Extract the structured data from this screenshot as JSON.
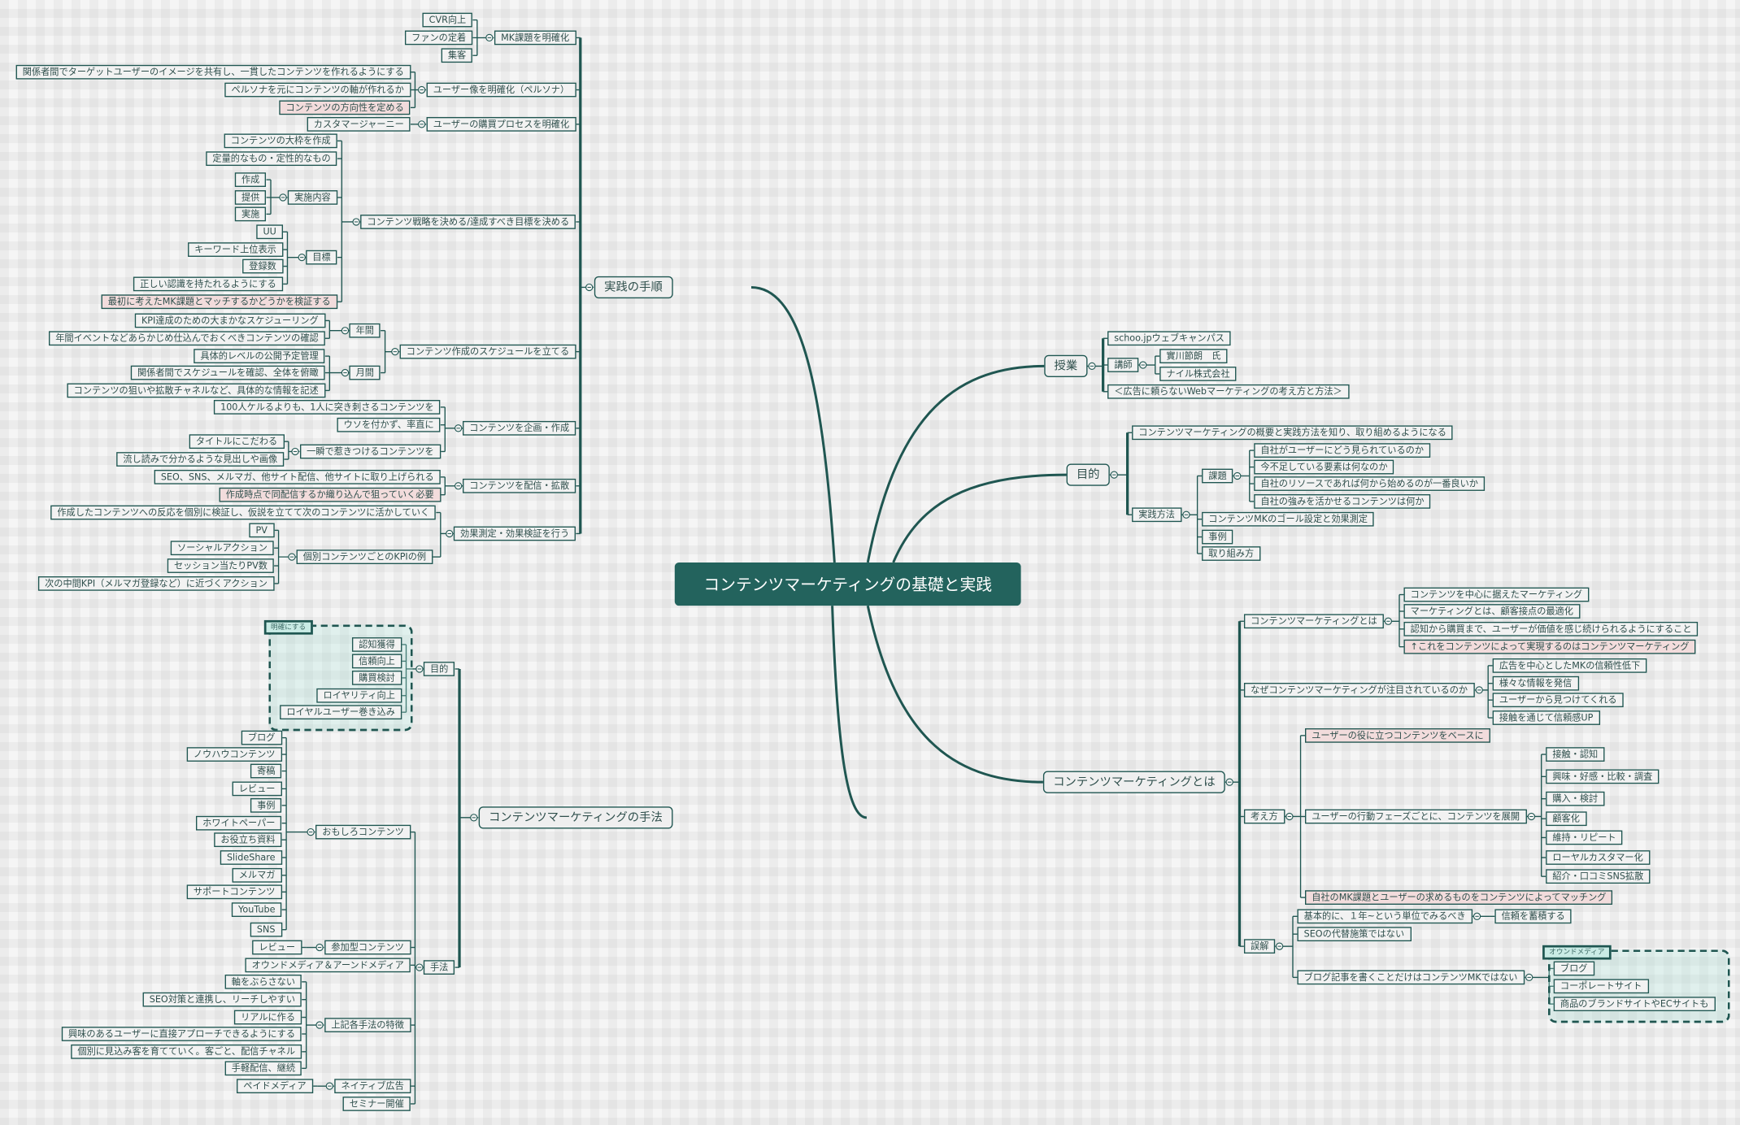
{
  "title": "コンテンツマーケティングの基礎と実践",
  "colors": {
    "accent": "#23635d",
    "line": "#1f5651",
    "highlight": "#f2dcdc",
    "boundary_fill": "#dff2ee"
  },
  "boundaries": [
    {
      "label": "明確にする"
    },
    {
      "label": "オウンドメディア"
    }
  ],
  "branches": [
    {
      "text": "実践の手順",
      "side": "left",
      "children": [
        {
          "text": "MK課題を明確化",
          "children": [
            {
              "text": "CVR向上"
            },
            {
              "text": "ファンの定着"
            },
            {
              "text": "集客"
            }
          ]
        },
        {
          "text": "ユーザー像を明確化（ペルソナ）",
          "children": [
            {
              "text": "関係者間でターゲットユーザーのイメージを共有し、一貫したコンテンツを作れるようにする"
            },
            {
              "text": "ペルソナを元にコンテンツの軸が作れるか"
            },
            {
              "text": "コンテンツの方向性を定める",
              "highlight": true
            }
          ]
        },
        {
          "text": "ユーザーの購買プロセスを明確化",
          "children": [
            {
              "text": "カスタマージャーニー"
            }
          ]
        },
        {
          "text": "コンテンツ戦略を決める/達成すべき目標を決める",
          "children": [
            {
              "text": "コンテンツの大枠を作成"
            },
            {
              "text": "定量的なもの・定性的なもの"
            },
            {
              "text": "実施内容",
              "children": [
                {
                  "text": "作成"
                },
                {
                  "text": "提供"
                },
                {
                  "text": "実施"
                }
              ]
            },
            {
              "text": "目標",
              "children": [
                {
                  "text": "UU"
                },
                {
                  "text": "キーワード上位表示"
                },
                {
                  "text": "登録数"
                },
                {
                  "text": "正しい認識を持たれるようにする"
                }
              ]
            },
            {
              "text": "最初に考えたMK課題とマッチするかどうかを検証する",
              "highlight": true
            }
          ]
        },
        {
          "text": "コンテンツ作成のスケジュールを立てる",
          "children": [
            {
              "text": "年間",
              "children": [
                {
                  "text": "KPI達成のための大まかなスケジューリング"
                },
                {
                  "text": "年間イベントなどあらかじめ仕込んでおくべきコンテンツの確認"
                }
              ]
            },
            {
              "text": "月間",
              "children": [
                {
                  "text": "具体的レベルの公開予定管理"
                },
                {
                  "text": "関係者間でスケジュールを確認、全体を俯瞰"
                },
                {
                  "text": "コンテンツの狙いや拡散チャネルなど、具体的な情報を記述"
                }
              ]
            }
          ]
        },
        {
          "text": "コンテンツを企画・作成",
          "children": [
            {
              "text": "100人ケルるよりも、1人に突き刺さるコンテンツを"
            },
            {
              "text": "ウソを付かず、率直に"
            },
            {
              "text": "一瞬で惹きつけるコンテンツを",
              "children": [
                {
                  "text": "タイトルにこだわる"
                },
                {
                  "text": "流し読みで分かるような見出しや画像"
                }
              ]
            }
          ]
        },
        {
          "text": "コンテンツを配信・拡散",
          "children": [
            {
              "text": "SEO、SNS、メルマガ、他サイト配信、他サイトに取り上げられる"
            },
            {
              "text": "作成時点で同配信するか織り込んで狙っていく必要",
              "highlight": true
            }
          ]
        },
        {
          "text": "効果測定・効果検証を行う",
          "children": [
            {
              "text": "作成したコンテンツへの反応を個別に検証し、仮説を立てて次のコンテンツに活かしていく"
            },
            {
              "text": "個別コンテンツごとのKPIの例",
              "children": [
                {
                  "text": "PV"
                },
                {
                  "text": "ソーシャルアクション"
                },
                {
                  "text": "セッション当たりPV数"
                },
                {
                  "text": "次の中間KPI（メルマガ登録など）に近づくアクション"
                }
              ]
            }
          ]
        }
      ]
    },
    {
      "text": "コンテンツマーケティングの手法",
      "side": "left",
      "children": [
        {
          "text": "目的",
          "children": [
            {
              "text": "認知獲得"
            },
            {
              "text": "信頼向上"
            },
            {
              "text": "購買検討"
            },
            {
              "text": "ロイヤリティ向上"
            },
            {
              "text": "ロイヤルユーザー巻き込み"
            }
          ]
        },
        {
          "text": "手法",
          "children": [
            {
              "text": "おもしろコンテンツ",
              "children": [
                {
                  "text": "ブログ"
                },
                {
                  "text": "ノウハウコンテンツ"
                },
                {
                  "text": "寄稿"
                },
                {
                  "text": "レビュー"
                },
                {
                  "text": "事例"
                },
                {
                  "text": "ホワイトペーパー"
                },
                {
                  "text": "お役立ち資料"
                },
                {
                  "text": "SlideShare"
                },
                {
                  "text": "メルマガ"
                },
                {
                  "text": "サポートコンテンツ"
                },
                {
                  "text": "YouTube"
                },
                {
                  "text": "SNS"
                }
              ]
            },
            {
              "text": "参加型コンテンツ",
              "children": [
                {
                  "text": "レビュー"
                }
              ]
            },
            {
              "text": "オウンドメディア＆アーンドメディア"
            },
            {
              "text": "上記各手法の特徴",
              "children": [
                {
                  "text": "軸をぶらさない"
                },
                {
                  "text": "SEO対策と連携し、リーチしやすい"
                },
                {
                  "text": "リアルに作る"
                },
                {
                  "text": "興味のあるユーザーに直接アプローチできるようにする"
                },
                {
                  "text": "個別に見込み客を育てていく。客ごと、配信チャネル"
                },
                {
                  "text": "手軽配信、継続"
                }
              ]
            },
            {
              "text": "ネイティブ広告",
              "children": [
                {
                  "text": "ペイドメディア"
                }
              ]
            },
            {
              "text": "セミナー開催"
            }
          ]
        }
      ]
    },
    {
      "text": "授業",
      "side": "right",
      "children": [
        {
          "text": "schoo.jpウェブキャンパス"
        },
        {
          "text": "講師",
          "children": [
            {
              "text": "實川節朗　氏"
            },
            {
              "text": "ナイル株式会社"
            }
          ]
        },
        {
          "text": "＜広告に頼らないWebマーケティングの考え方と方法＞"
        }
      ]
    },
    {
      "text": "目的",
      "side": "right",
      "children": [
        {
          "text": "コンテンツマーケティングの概要と実践方法を知り、取り組めるようになる"
        },
        {
          "text": "実践方法",
          "children": [
            {
              "text": "課題",
              "children": [
                {
                  "text": "自社がユーザーにどう見られているのか"
                },
                {
                  "text": "今不足している要素は何なのか"
                },
                {
                  "text": "自社のリソースであれば何から始めるのが一番良いか"
                },
                {
                  "text": "自社の強みを活かせるコンテンツは何か"
                }
              ]
            },
            {
              "text": "コンテンツMKのゴール設定と効果測定"
            },
            {
              "text": "事例"
            },
            {
              "text": "取り組み方"
            }
          ]
        }
      ]
    },
    {
      "text": "コンテンツマーケティングとは",
      "side": "right",
      "children": [
        {
          "text": "コンテンツマーケティングとは",
          "children": [
            {
              "text": "コンテンツを中心に据えたマーケティング"
            },
            {
              "text": "マーケティングとは、顧客接点の最適化"
            },
            {
              "text": "認知から購買まで、ユーザーが価値を感じ続けられるようにすること"
            },
            {
              "text": "↑これをコンテンツによって実現するのはコンテンツマーケティング",
              "highlight": true
            }
          ]
        },
        {
          "text": "なぜコンテンツマーケティングが注目されているのか",
          "children": [
            {
              "text": "広告を中心としたMKの信頼性低下"
            },
            {
              "text": "様々な情報を発信"
            },
            {
              "text": "ユーザーから見つけてくれる"
            },
            {
              "text": "接触を通じて信頼感UP"
            }
          ]
        },
        {
          "text": "考え方",
          "children": [
            {
              "text": "ユーザーの役に立つコンテンツをベースに",
              "highlight": true
            },
            {
              "text": "ユーザーの行動フェーズごとに、コンテンツを展開",
              "children": [
                {
                  "text": "接触・認知"
                },
                {
                  "text": "興味・好感・比較・調査"
                },
                {
                  "text": "購入・検討"
                },
                {
                  "text": "顧客化"
                },
                {
                  "text": "維持・リピート"
                },
                {
                  "text": "ローヤルカスタマー化"
                },
                {
                  "text": "紹介・口コミSNS拡散"
                }
              ]
            },
            {
              "text": "自社のMK課題とユーザーの求めるものをコンテンツによってマッチング",
              "highlight": true
            }
          ]
        },
        {
          "text": "誤解",
          "children": [
            {
              "text": "基本的に、１年~という単位でみるべき",
              "children": [
                {
                  "text": "信頼を蓄積する"
                }
              ]
            },
            {
              "text": "SEOの代替施策ではない"
            },
            {
              "text": "ブログ記事を書くことだけはコンテンツMKではない",
              "children": [
                {
                  "text": "ブログ"
                },
                {
                  "text": "コーポレートサイト"
                },
                {
                  "text": "商品のブランドサイトやECサイトも"
                }
              ]
            }
          ]
        }
      ]
    }
  ]
}
